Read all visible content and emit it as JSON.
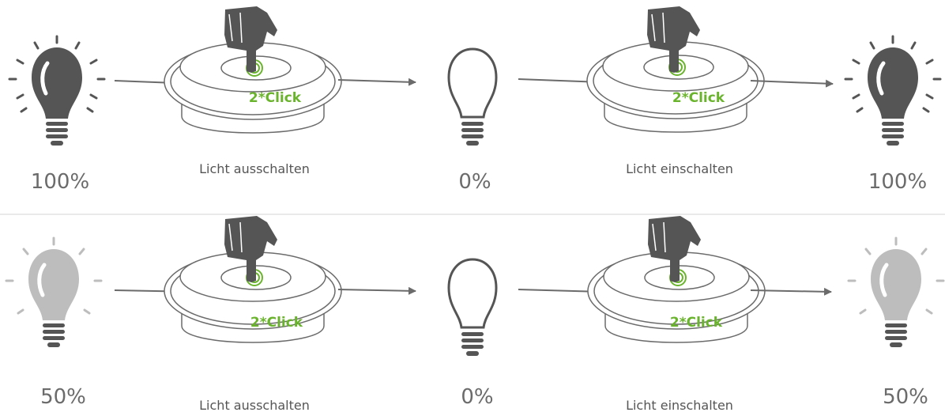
{
  "colors": {
    "bulb_on": "#555555",
    "bulb_dim": "#bdbdbd",
    "bulb_off_outline": "#555555",
    "accent_green": "#6ab42d",
    "arrow": "#6b6b6b",
    "separator": "#e3e3e3"
  },
  "icons": [
    "light-bulb-on-icon",
    "light-bulb-off-icon",
    "pointing-hand-icon",
    "push-button-icon",
    "power-ring-icon",
    "arrow-right-icon"
  ],
  "rows": [
    {
      "start_level": "100%",
      "start_state": "on",
      "step1_click": "2*Click",
      "step1_caption": "Licht ausschalten",
      "middle_level": "0%",
      "step2_click": "2*Click",
      "step2_caption": "Licht einschalten",
      "end_level": "100%",
      "end_state": "on"
    },
    {
      "start_level": "50%",
      "start_state": "dim",
      "step1_click": "2*Click",
      "step1_caption": "Licht ausschalten",
      "middle_level": "0%",
      "step2_click": "2*Click",
      "step2_caption": "Licht einschalten",
      "end_level": "50%",
      "end_state": "dim"
    }
  ]
}
